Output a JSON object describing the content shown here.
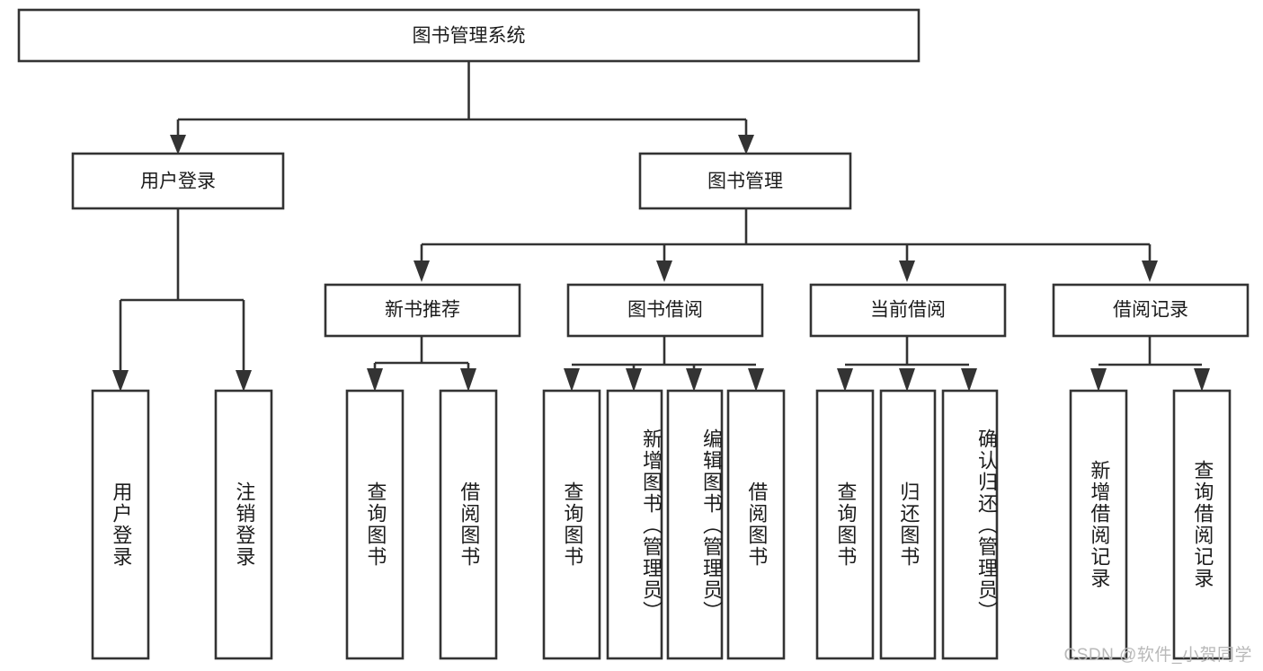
{
  "diagram": {
    "title": "图书管理系统",
    "root": {
      "id": "root",
      "label": "图书管理系统",
      "level": 1
    },
    "level2": [
      {
        "id": "user-login",
        "label": "用户登录"
      },
      {
        "id": "book-management",
        "label": "图书管理"
      }
    ],
    "level3": [
      {
        "id": "new-book-recommend",
        "label": "新书推荐",
        "parent": "book-management"
      },
      {
        "id": "book-borrow",
        "label": "图书借阅",
        "parent": "book-management"
      },
      {
        "id": "current-borrow",
        "label": "当前借阅",
        "parent": "book-management"
      },
      {
        "id": "borrow-record",
        "label": "借阅记录",
        "parent": "book-management"
      }
    ],
    "leaves": [
      {
        "id": "leaf-user-login",
        "label": "用户登录",
        "parent": "user-login"
      },
      {
        "id": "leaf-logout-login",
        "label": "注销登录",
        "parent": "user-login"
      },
      {
        "id": "leaf-query-book-1",
        "label": "查询图书",
        "parent": "new-book-recommend"
      },
      {
        "id": "leaf-borrow-book-1",
        "label": "借阅图书",
        "parent": "new-book-recommend"
      },
      {
        "id": "leaf-query-book-2",
        "label": "查询图书",
        "parent": "book-borrow"
      },
      {
        "id": "leaf-add-book",
        "label": "新增图书（管理员）",
        "parent": "book-borrow"
      },
      {
        "id": "leaf-edit-book",
        "label": "编辑图书（管理员）",
        "parent": "book-borrow"
      },
      {
        "id": "leaf-borrow-book-2",
        "label": "借阅图书",
        "parent": "book-borrow"
      },
      {
        "id": "leaf-query-book-3",
        "label": "查询图书",
        "parent": "current-borrow"
      },
      {
        "id": "leaf-return-book",
        "label": "归还图书",
        "parent": "current-borrow"
      },
      {
        "id": "leaf-confirm-return",
        "label": "确认归还（管理员）",
        "parent": "current-borrow"
      },
      {
        "id": "leaf-add-record",
        "label": "新增借阅记录",
        "parent": "borrow-record"
      },
      {
        "id": "leaf-query-record",
        "label": "查询借阅记录",
        "parent": "borrow-record"
      }
    ],
    "colors": {
      "box_stroke": "#333333",
      "box_fill": "#ffffff",
      "text": "#1c1c1c",
      "background": "#ffffff",
      "watermark": "#b9b9b9"
    }
  },
  "watermark": {
    "text": "CSDN @软件_小贺同学"
  }
}
